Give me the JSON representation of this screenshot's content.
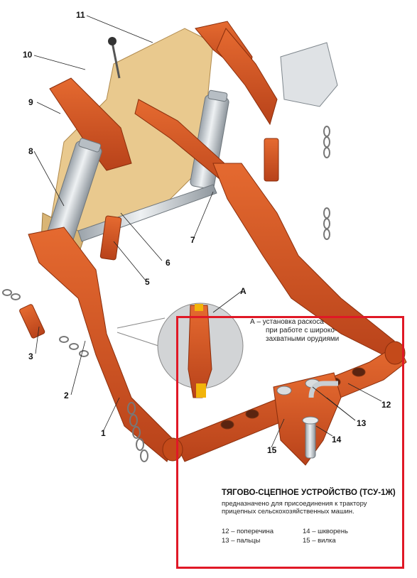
{
  "labels": {
    "n1": "1",
    "n2": "2",
    "n3": "3",
    "n5": "5",
    "n6": "6",
    "n7": "7",
    "n8": "8",
    "n9": "9",
    "n10": "10",
    "n11": "11",
    "n12": "12",
    "n13": "13",
    "n14": "14",
    "n15": "15",
    "a": "A"
  },
  "callout": {
    "line1": "А – установка раскоса",
    "line2": "при работе с широко-",
    "line3": "захватными орудиями"
  },
  "info": {
    "title": "ТЯГОВО-СЦЕПНОЕ УСТРОЙСТВО (ТСУ-1Ж)",
    "desc_line1": "предназначено для присоединения к трактору",
    "desc_line2": "прицепных сельскохозяйственных машин.",
    "legend": {
      "item12": "12 – поперечина",
      "item13": "13 – пальцы",
      "item14": "14 – шкворень",
      "item15": "15 – вилка"
    }
  },
  "colors": {
    "frame_red": "#e01826",
    "link_orange": "#d4541e",
    "link_shadow": "#a63a12",
    "cylinder_gray": "#c9ced3",
    "bracket_tan": "#e9c98e"
  }
}
